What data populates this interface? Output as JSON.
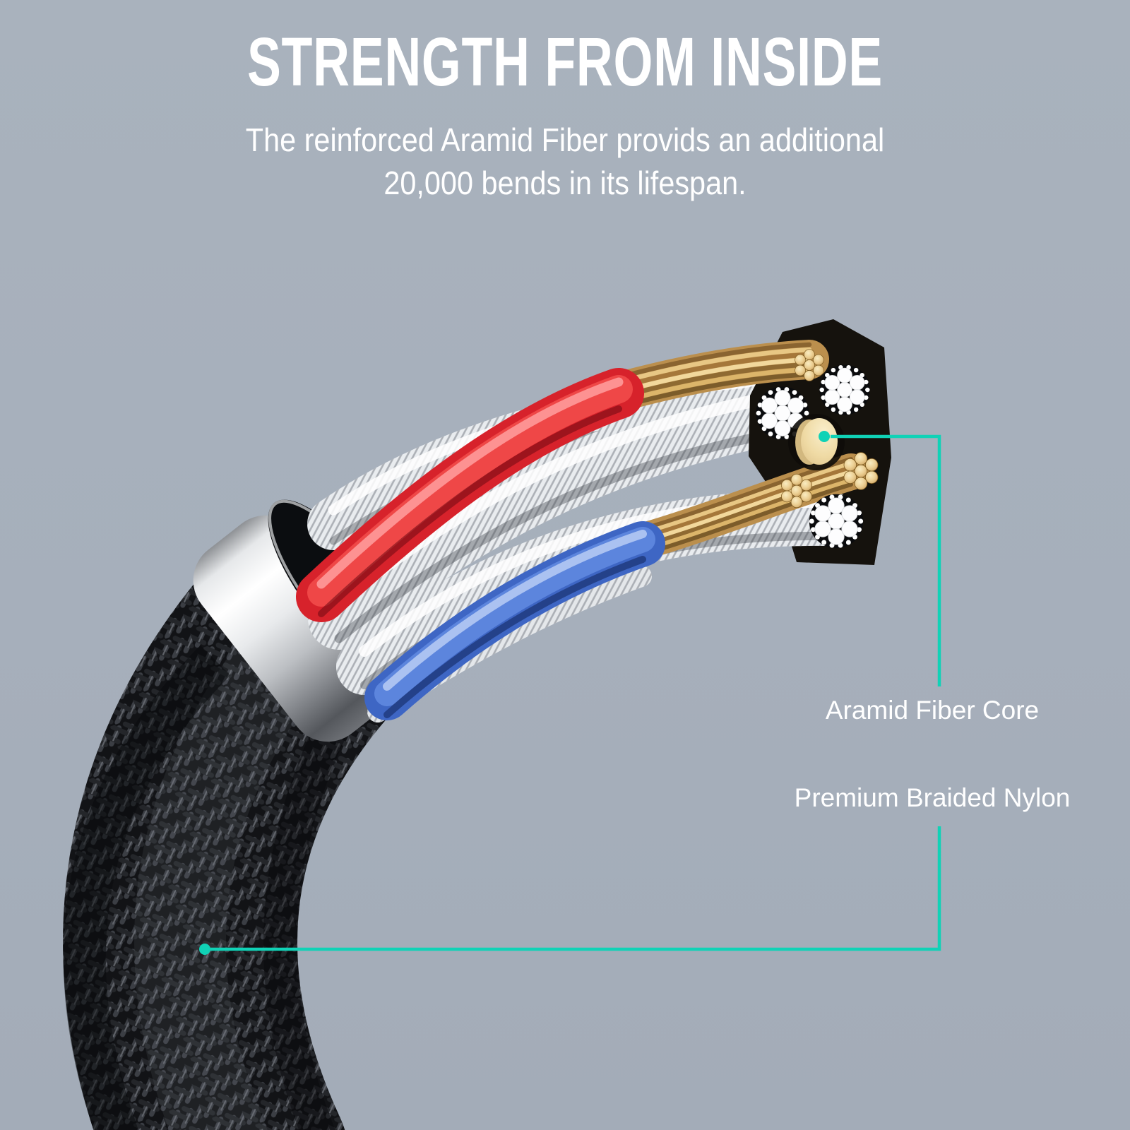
{
  "header": {
    "title": "STRENGTH FROM INSIDE",
    "subtitle_line1": "The reinforced Aramid Fiber provids an additional",
    "subtitle_line2": "20,000 bends in its lifespan."
  },
  "callouts": [
    {
      "id": "aramid-fiber-core",
      "label": "Aramid Fiber Core"
    },
    {
      "id": "premium-braided-nylon",
      "label": "Premium Braided Nylon"
    }
  ],
  "colors": {
    "background": "#a8b1bc",
    "accent": "#10d2b6",
    "text": "#ffffff",
    "wire_red": "#e73434",
    "wire_blue": "#466fd0",
    "copper_gold": "#d9b369",
    "aramid_core": "#f1dfae",
    "braid_black": "#141518",
    "collar_silver": "#e8eaec"
  }
}
